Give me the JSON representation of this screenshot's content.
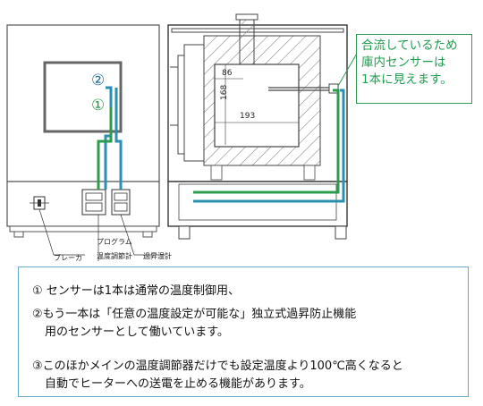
{
  "callout": {
    "lines": [
      "合流しているため",
      "庫内センサーは",
      "1本に見えます。"
    ]
  },
  "front_view": {
    "marker_1": "②",
    "marker_2": "①",
    "label_breaker": "ブレーカ",
    "label_program_line1": "プログラム",
    "label_program_line2": "温度調節計",
    "label_overheat": "過昇温計"
  },
  "side_view": {
    "dim_86": "86",
    "dim_168": "168",
    "dim_193": "193"
  },
  "notes": {
    "line1": "① センサーは1本は通常の温度制御用、",
    "line2": "②もう一本は「任意の温度設定が可能な」独立式過昇防止機能",
    "line3": "用のセンサーとして働いています。",
    "line4": "③このほかメインの温度調節器だけでも設定温度より100℃高くなると",
    "line5": "自動でヒーターへの送電を止める機能があります。"
  },
  "colors": {
    "green_wire": "#2e9c4e",
    "blue_wire": "#2a8fb0",
    "outline": "#444444"
  }
}
